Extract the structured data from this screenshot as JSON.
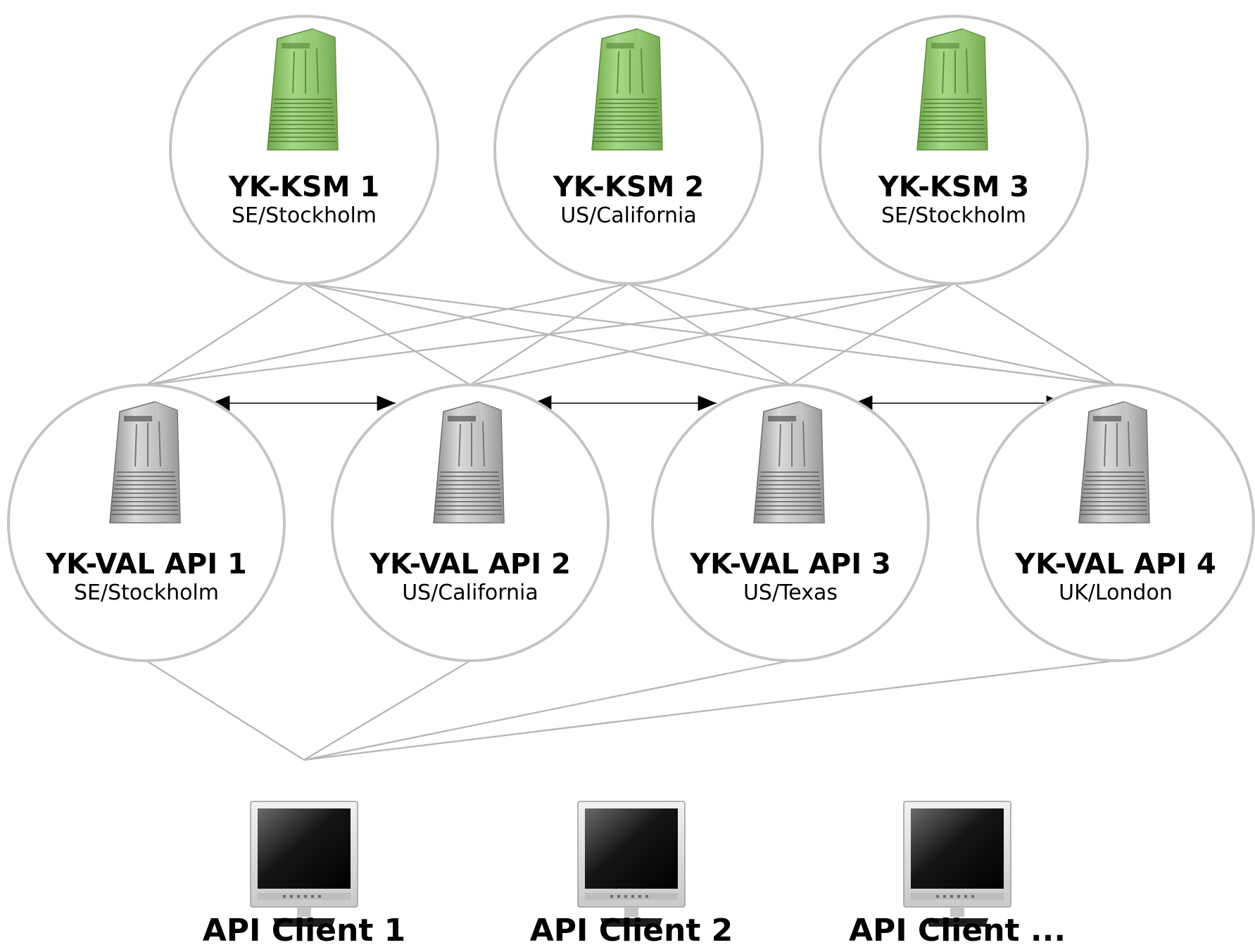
{
  "ksm_servers": [
    {
      "name": "YK-KSM 1",
      "location": "SE/Stockholm"
    },
    {
      "name": "YK-KSM 2",
      "location": "US/California"
    },
    {
      "name": "YK-KSM 3",
      "location": "SE/Stockholm"
    }
  ],
  "val_servers": [
    {
      "name": "YK-VAL API 1",
      "location": "SE/Stockholm"
    },
    {
      "name": "YK-VAL API 2",
      "location": "US/California"
    },
    {
      "name": "YK-VAL API 3",
      "location": "US/Texas"
    },
    {
      "name": "YK-VAL API 4",
      "location": "UK/London"
    }
  ],
  "clients": [
    {
      "name": "API Client 1"
    },
    {
      "name": "API Client 2"
    },
    {
      "name": "API Client ..."
    }
  ],
  "colors": {
    "circle_stroke": "#c4c4c4",
    "connector": "#b8b8b8",
    "ksm_server": "#8cc46a",
    "val_server": "#b9b9b9",
    "arrow": "#000000"
  },
  "icons": {
    "ksm": "green-server-tower-icon",
    "val": "gray-server-tower-icon",
    "client": "lcd-monitor-icon"
  }
}
